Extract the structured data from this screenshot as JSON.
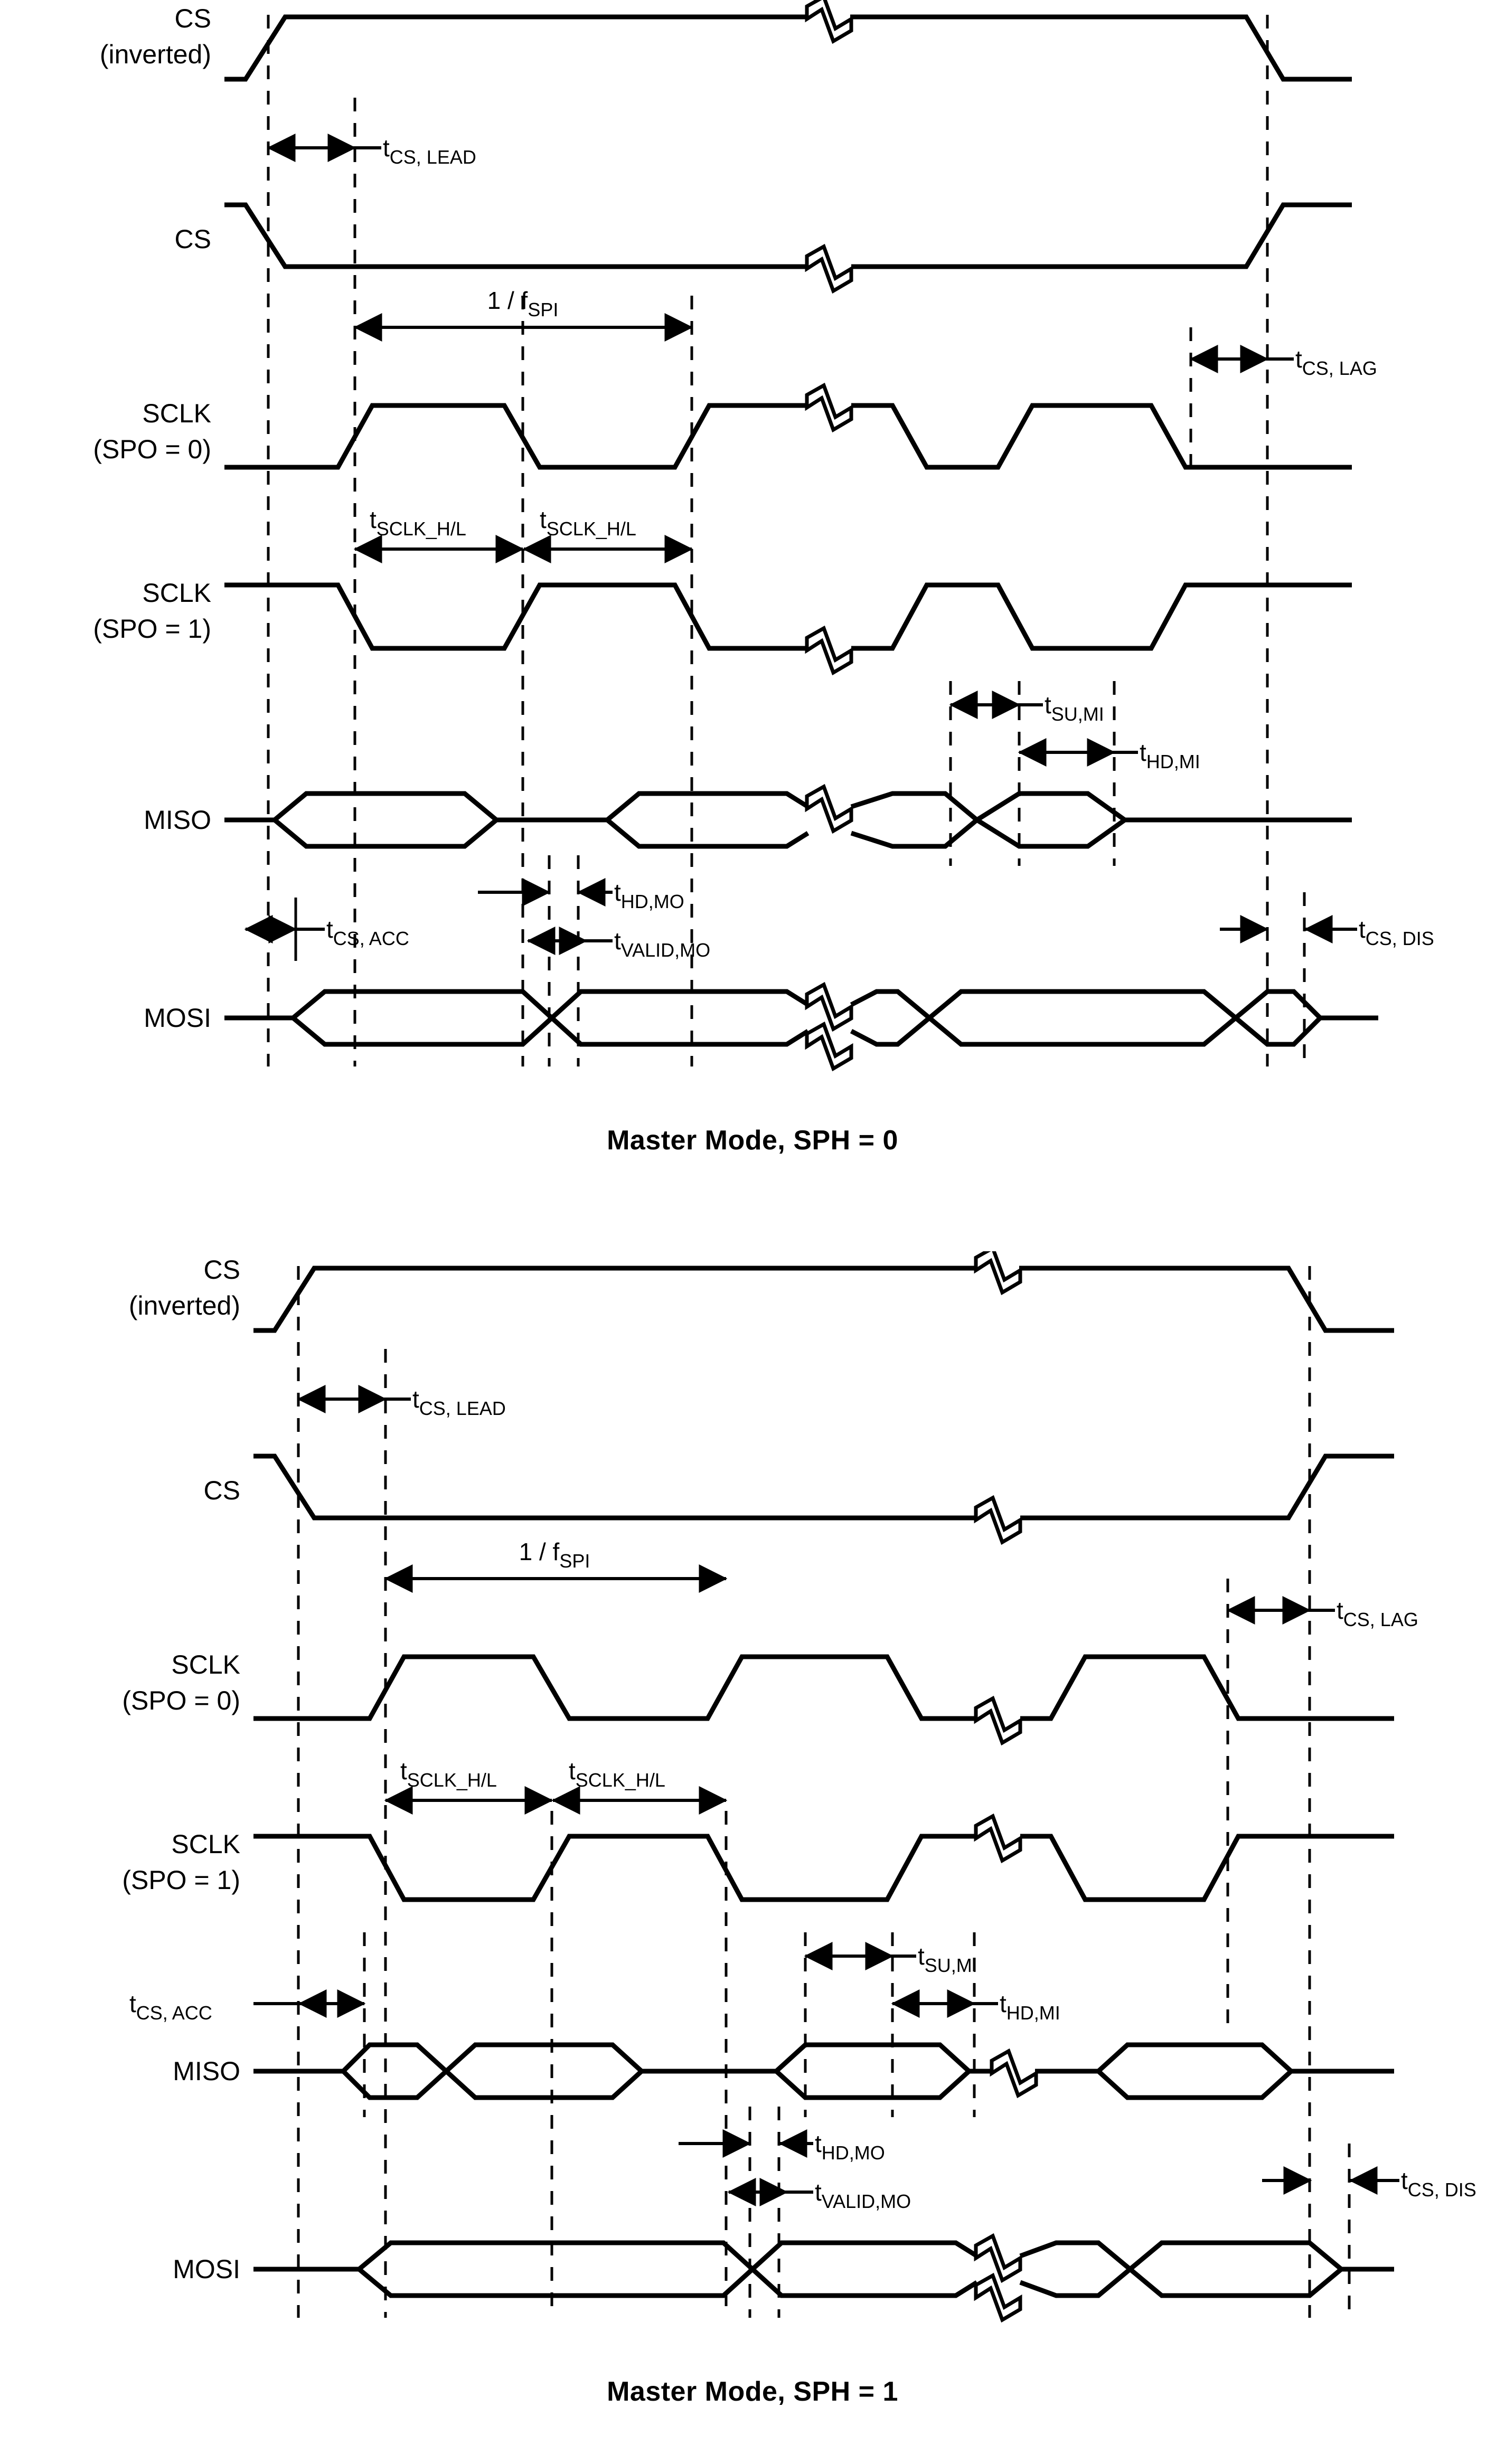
{
  "figure": {
    "type": "spi-timing-diagram",
    "description": "SPI master mode timing diagrams"
  },
  "diagram1": {
    "caption": "Master Mode, SPH = 0",
    "signals": [
      {
        "name": "CS",
        "sub": "(inverted)",
        "kind": "two-line"
      },
      {
        "name": "CS",
        "sub": "",
        "kind": "one-line"
      },
      {
        "name": "SCLK",
        "sub": "(SPO = 0)",
        "kind": "two-line"
      },
      {
        "name": "SCLK",
        "sub": "(SPO = 1)",
        "kind": "two-line"
      },
      {
        "name": "MISO",
        "sub": "",
        "kind": "one-line"
      },
      {
        "name": "MOSI",
        "sub": "",
        "kind": "one-line"
      }
    ],
    "timings": [
      {
        "id": "t-cs-lead",
        "base": "t",
        "sub": "CS, LEAD"
      },
      {
        "id": "t-cs-lag",
        "base": "t",
        "sub": "CS, LAG"
      },
      {
        "id": "t-period",
        "base": "1 / f",
        "sub": "SPI"
      },
      {
        "id": "t-sclk-hl-1",
        "base": "t",
        "sub": "SCLK_H/L"
      },
      {
        "id": "t-sclk-hl-2",
        "base": "t",
        "sub": "SCLK_H/L"
      },
      {
        "id": "t-su-mi",
        "base": "t",
        "sub": "SU,MI"
      },
      {
        "id": "t-hd-mi",
        "base": "t",
        "sub": "HD,MI"
      },
      {
        "id": "t-cs-acc",
        "base": "t",
        "sub": "CS, ACC"
      },
      {
        "id": "t-hd-mo",
        "base": "t",
        "sub": "HD,MO"
      },
      {
        "id": "t-valid-mo",
        "base": "t",
        "sub": "VALID,MO"
      },
      {
        "id": "t-cs-dis",
        "base": "t",
        "sub": "CS, DIS"
      }
    ]
  },
  "diagram2": {
    "caption": "Master Mode, SPH = 1",
    "signals": [
      {
        "name": "CS",
        "sub": "(inverted)",
        "kind": "two-line"
      },
      {
        "name": "CS",
        "sub": "",
        "kind": "one-line"
      },
      {
        "name": "SCLK",
        "sub": "(SPO = 0)",
        "kind": "two-line"
      },
      {
        "name": "SCLK",
        "sub": "(SPO = 1)",
        "kind": "two-line"
      },
      {
        "name": "MISO",
        "sub": "",
        "kind": "one-line"
      },
      {
        "name": "MOSI",
        "sub": "",
        "kind": "one-line"
      }
    ],
    "timings": [
      {
        "id": "t-cs-lead",
        "base": "t",
        "sub": "CS, LEAD"
      },
      {
        "id": "t-cs-lag",
        "base": "t",
        "sub": "CS, LAG"
      },
      {
        "id": "t-period",
        "base": "1 / f",
        "sub": "SPI"
      },
      {
        "id": "t-sclk-hl-1",
        "base": "t",
        "sub": "SCLK_H/L"
      },
      {
        "id": "t-sclk-hl-2",
        "base": "t",
        "sub": "SCLK_H/L"
      },
      {
        "id": "t-su-mi",
        "base": "t",
        "sub": "SU,MI"
      },
      {
        "id": "t-hd-mi",
        "base": "t",
        "sub": "HD,MI"
      },
      {
        "id": "t-cs-acc",
        "base": "t",
        "sub": "CS, ACC"
      },
      {
        "id": "t-hd-mo",
        "base": "t",
        "sub": "HD,MO"
      },
      {
        "id": "t-valid-mo",
        "base": "t",
        "sub": "VALID,MO"
      },
      {
        "id": "t-cs-dis",
        "base": "t",
        "sub": "CS, DIS"
      }
    ]
  },
  "chart_data": {
    "type": "timing",
    "title": "SPI Master Mode Timing",
    "panels": [
      {
        "title": "Master Mode, SPH = 0",
        "signal_names": [
          "CS (inverted)",
          "CS",
          "SCLK (SPO = 0)",
          "SCLK (SPO = 1)",
          "MISO",
          "MOSI"
        ],
        "annotations": [
          "t_CS, LEAD",
          "1 / f_SPI",
          "t_CS, LAG",
          "t_SCLK_H/L",
          "t_SCLK_H/L",
          "t_SU,MI",
          "t_HD,MI",
          "t_CS, ACC",
          "t_HD,MO",
          "t_VALID,MO",
          "t_CS, DIS"
        ]
      },
      {
        "title": "Master Mode, SPH = 1",
        "signal_names": [
          "CS (inverted)",
          "CS",
          "SCLK (SPO = 0)",
          "SCLK (SPO = 1)",
          "MISO",
          "MOSI"
        ],
        "annotations": [
          "t_CS, LEAD",
          "1 / f_SPI",
          "t_CS, LAG",
          "t_SCLK_H/L",
          "t_SCLK_H/L",
          "t_SU,MI",
          "t_HD,MI",
          "t_CS, ACC",
          "t_HD,MO",
          "t_VALID,MO",
          "t_CS, DIS"
        ]
      }
    ]
  }
}
